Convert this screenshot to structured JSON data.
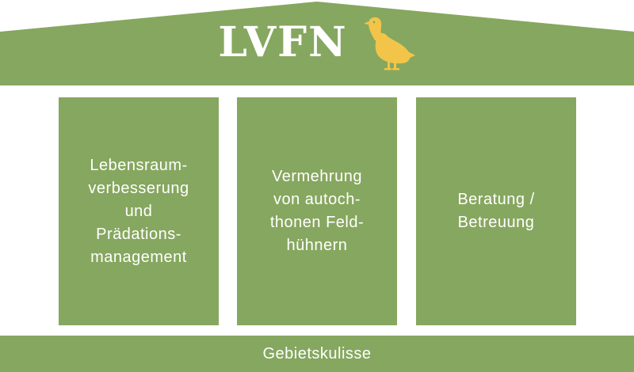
{
  "colors": {
    "green": "#86a75f",
    "bird": "#f2c54a",
    "text": "#ffffff"
  },
  "roof": {
    "title": "LVFN",
    "logo_icon": "partridge-icon"
  },
  "pillars": [
    {
      "label": "Lebensraum-\nverbesserung\nund\nPrädations-\nmanagement"
    },
    {
      "label": "Vermehrung\nvon autoch-\nthonen Feld-\nhühnern"
    },
    {
      "label": "Beratung /\nBetreuung"
    }
  ],
  "base": {
    "label": "Gebietskulisse"
  }
}
